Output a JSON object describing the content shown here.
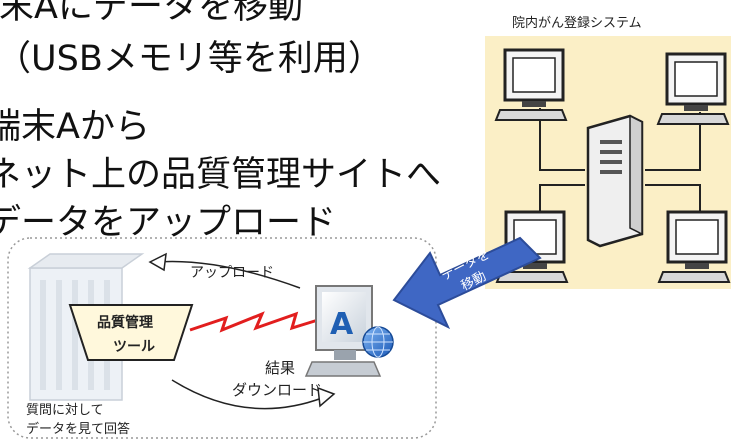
{
  "steps": {
    "line1": "端末Aにデータを移動",
    "line2": "（USBメモリ等を利用）",
    "line3": "端末Aから",
    "line4": "ネット上の品質管理サイトへ",
    "line5": "データをアップロード"
  },
  "system": {
    "title": "院内がん登録システム"
  },
  "move_arrow": {
    "line1": "データを",
    "line2": "移動",
    "color": "#3f67c4"
  },
  "quality_site": {
    "tool_line1": "品質管理",
    "tool_line2": "ツール",
    "upload_label": "アップロード",
    "result_line1": "結果",
    "result_line2": "ダウンロード",
    "note_line1": "質問に対して",
    "note_line2": "データを見て回答",
    "terminal_letter": "A"
  },
  "colors": {
    "panel": "#fbefc6",
    "signal": "#e21e1e"
  }
}
